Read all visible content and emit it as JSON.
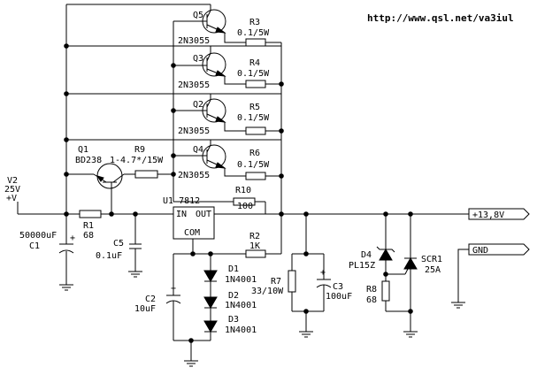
{
  "url": "http://www.qsl.net/va3iul",
  "source": {
    "ref": "V2",
    "voltage": "25V",
    "polarity": "+V"
  },
  "output": {
    "plus": "+13,8V",
    "gnd": "GND"
  },
  "regulator": {
    "ref": "U1",
    "part": "7812",
    "pin_in": "IN",
    "pin_out": "OUT",
    "pin_com": "COM"
  },
  "transistors": {
    "q1": {
      "ref": "Q1",
      "part": "BD238"
    },
    "q5": {
      "ref": "Q5",
      "part": "2N3055"
    },
    "q3": {
      "ref": "Q3",
      "part": "2N3055"
    },
    "q2": {
      "ref": "Q2",
      "part": "2N3055"
    },
    "q4": {
      "ref": "Q4",
      "part": "2N3055"
    }
  },
  "resistors": {
    "r1": {
      "ref": "R1",
      "value": "68"
    },
    "r2": {
      "ref": "R2",
      "value": "1K"
    },
    "r3": {
      "ref": "R3",
      "value": "0.1/5W"
    },
    "r4": {
      "ref": "R4",
      "value": "0.1/5W"
    },
    "r5": {
      "ref": "R5",
      "value": "0.1/5W"
    },
    "r6": {
      "ref": "R6",
      "value": "0.1/5W"
    },
    "r7": {
      "ref": "R7",
      "value": "33/10W"
    },
    "r8": {
      "ref": "R8",
      "value": "68"
    },
    "r9": {
      "ref": "R9",
      "value": "1-4.7*/15W"
    },
    "r10": {
      "ref": "R10",
      "value": "100"
    }
  },
  "capacitors": {
    "c1": {
      "ref": "C1",
      "value": "50000uF"
    },
    "c2": {
      "ref": "C2",
      "value": "10uF"
    },
    "c3": {
      "ref": "C3",
      "value": "100uF"
    },
    "c5": {
      "ref": "C5",
      "value": "0.1uF"
    }
  },
  "diodes": {
    "d1": {
      "ref": "D1",
      "part": "1N4001"
    },
    "d2": {
      "ref": "D2",
      "part": "1N4001"
    },
    "d3": {
      "ref": "D3",
      "part": "1N4001"
    },
    "d4": {
      "ref": "D4",
      "part": "PL15Z"
    },
    "scr1": {
      "ref": "SCR1",
      "value": "25A"
    }
  }
}
